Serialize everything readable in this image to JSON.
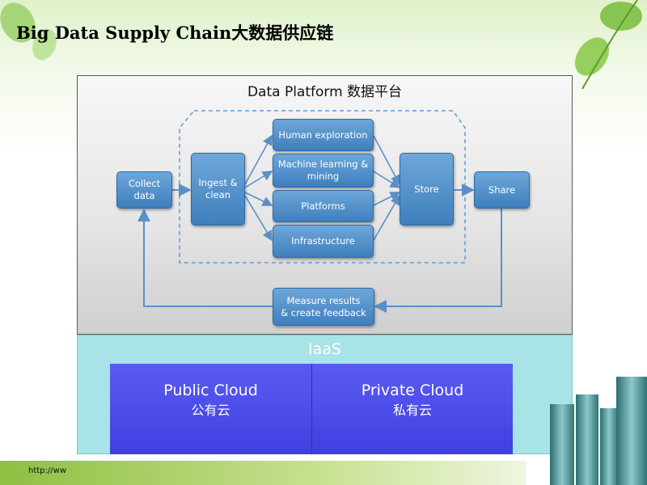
{
  "title": "Big Data Supply Chain大数据供应链",
  "platform": {
    "title": "Data Platform 数据平台",
    "nodes": {
      "collect": "Collect\ndata",
      "ingest": "Ingest &\nclean",
      "human": "Human exploration",
      "ml": "Machine learning &\nmining",
      "platforms": "Platforms",
      "infrastructure": "Infrastructure",
      "store": "Store",
      "share": "Share",
      "measure": "Measure results\n& create feedback"
    }
  },
  "iaas": {
    "title": "IaaS",
    "public_cloud": {
      "label": "Public Cloud",
      "label_cn": "公有云"
    },
    "private_cloud": {
      "label": "Private Cloud",
      "label_cn": "私有云"
    }
  },
  "footer": {
    "url": "http://ww"
  },
  "colors": {
    "node_blue": "#4a89c8",
    "cloud_blue": "#4b4be8",
    "iaas_cyan": "#a8e3e8",
    "arrow": "#5b8fc6"
  }
}
